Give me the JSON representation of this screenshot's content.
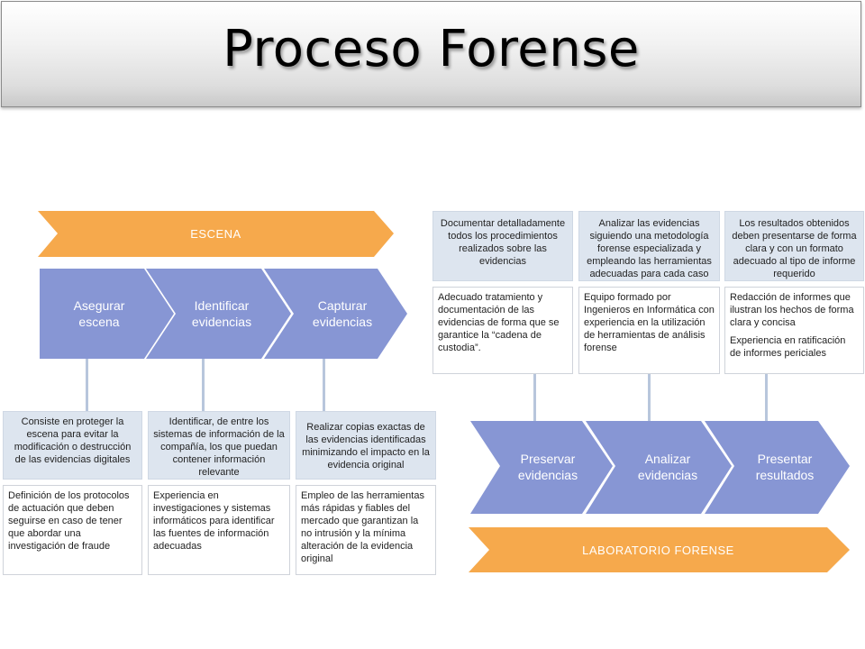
{
  "title": "Proceso Forense",
  "colors": {
    "banner": "#f6a94c",
    "chevron": "#8796d4",
    "connector": "#b8c6dc"
  },
  "escena": {
    "banner": "ESCENA",
    "steps": [
      {
        "label": "Asegurar escena",
        "description": "Consiste en proteger la escena para evitar la modificación o destrucción de las evidencias digitales",
        "details": [
          "Definición de los protocolos de actuación que deben seguirse en caso de tener que abordar una investigación de fraude"
        ]
      },
      {
        "label": "Identificar evidencias",
        "description": "Identificar, de entre los sistemas de información de la compañía, los que puedan contener información relevante",
        "details": [
          "Experiencia en investigaciones y sistemas informáticos para identificar las fuentes de información adecuadas"
        ]
      },
      {
        "label": "Capturar evidencias",
        "description": "Realizar copias exactas de las evidencias identificadas minimizando el impacto en la evidencia original",
        "details": [
          "Empleo de las herramientas más rápidas y fiables del mercado que garantizan la no intrusión y la mínima alteración de la evidencia original"
        ]
      }
    ]
  },
  "laboratorio": {
    "banner": "LABORATORIO FORENSE",
    "steps": [
      {
        "label": "Preservar evidencias",
        "description": "Documentar detalladamente todos los procedimientos realizados sobre las evidencias",
        "details": [
          "Adecuado tratamiento y documentación de las evidencias de forma que se garantice la “cadena de custodia”."
        ]
      },
      {
        "label": "Analizar evidencias",
        "description": "Analizar las evidencias siguiendo una metodología forense especializada y empleando las herramientas adecuadas para cada caso",
        "details": [
          "Equipo formado por Ingenieros en Informática con experiencia en la utilización de herramientas de análisis forense"
        ]
      },
      {
        "label": "Presentar resultados",
        "description": "Los resultados obtenidos deben presentarse de forma clara y con un formato adecuado al tipo de informe requerido",
        "details": [
          "Redacción de informes que ilustran los hechos de forma clara y concisa",
          "Experiencia en ratificación de informes periciales"
        ]
      }
    ]
  }
}
